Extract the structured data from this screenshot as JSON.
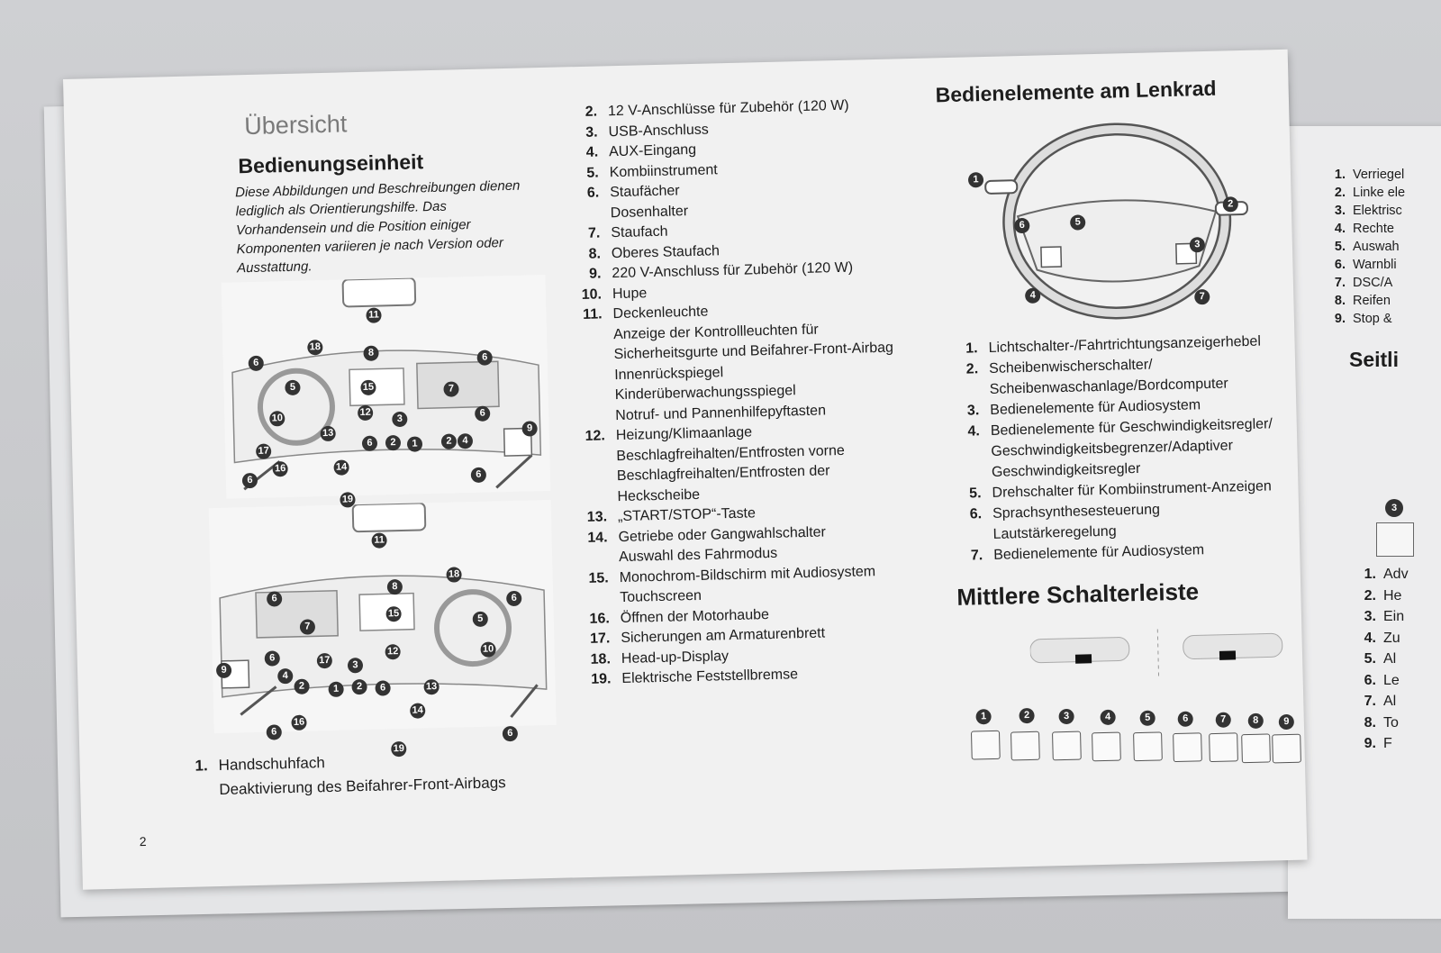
{
  "left_page": {
    "section_title": "Übersicht",
    "heading": "Bedienungseinheit",
    "intro": "Diese Abbildungen und Beschreibungen dienen lediglich als Orientierungshilfe. Das Vorhandensein und die Position einiger Komponenten variieren je nach Version oder Ausstattung.",
    "dash_badges_top": [
      "11",
      "18",
      "8",
      "6",
      "6",
      "5",
      "15",
      "7",
      "10",
      "12",
      "3",
      "6",
      "13",
      "6",
      "2",
      "1",
      "2",
      "4",
      "17",
      "9",
      "16",
      "14",
      "6",
      "6",
      "19"
    ],
    "dash_badges_bottom": [
      "11",
      "18",
      "8",
      "6",
      "6",
      "15",
      "5",
      "7",
      "12",
      "10",
      "6",
      "17",
      "3",
      "4",
      "2",
      "1",
      "2",
      "6",
      "13",
      "9",
      "14",
      "16",
      "6",
      "6",
      "19"
    ],
    "bottom_list": [
      {
        "num": "1.",
        "lines": [
          "Handschuhfach",
          "Deaktivierung des Beifahrer-Front-Airbags"
        ]
      }
    ],
    "page_number": "2"
  },
  "middle_list": [
    {
      "num": "2.",
      "lines": [
        "12 V-Anschlüsse für Zubehör (120 W)"
      ]
    },
    {
      "num": "3.",
      "lines": [
        "USB-Anschluss"
      ]
    },
    {
      "num": "4.",
      "lines": [
        "AUX-Eingang"
      ]
    },
    {
      "num": "5.",
      "lines": [
        "Kombiinstrument"
      ]
    },
    {
      "num": "6.",
      "lines": [
        "Staufächer",
        "Dosenhalter"
      ]
    },
    {
      "num": "7.",
      "lines": [
        "Staufach"
      ]
    },
    {
      "num": "8.",
      "lines": [
        "Oberes Staufach"
      ]
    },
    {
      "num": "9.",
      "lines": [
        "220 V-Anschluss für Zubehör (120 W)"
      ]
    },
    {
      "num": "10.",
      "lines": [
        "Hupe"
      ]
    },
    {
      "num": "11.",
      "lines": [
        "Deckenleuchte",
        "Anzeige der Kontrollleuchten für",
        "Sicherheitsgurte und Beifahrer-Front-Airbag",
        "Innenrückspiegel",
        "Kinderüberwachungsspiegel",
        "Notruf- und Pannenhilfeруftasten"
      ]
    },
    {
      "num": "12.",
      "lines": [
        "Heizung/Klimaanlage",
        "Beschlagfreihalten/Entfrosten vorne",
        "Beschlagfreihalten/Entfrosten der",
        "Heckscheibe"
      ]
    },
    {
      "num": "13.",
      "lines": [
        "„START/STOP“-Taste"
      ]
    },
    {
      "num": "14.",
      "lines": [
        "Getriebe oder Gangwahlschalter",
        "Auswahl des Fahrmodus"
      ]
    },
    {
      "num": "15.",
      "lines": [
        "Monochrom-Bildschirm mit Audiosystem",
        "Touchscreen"
      ]
    },
    {
      "num": "16.",
      "lines": [
        "Öffnen der Motorhaube"
      ]
    },
    {
      "num": "17.",
      "lines": [
        "Sicherungen am Armaturenbrett"
      ]
    },
    {
      "num": "18.",
      "lines": [
        "Head-up-Display"
      ]
    },
    {
      "num": "19.",
      "lines": [
        "Elektrische Feststellbremse"
      ]
    }
  ],
  "steering": {
    "heading": "Bedienelemente am Lenkrad",
    "badges": [
      "1",
      "2",
      "3",
      "4",
      "5",
      "6",
      "7"
    ],
    "list": [
      {
        "num": "1.",
        "lines": [
          "Lichtschalter-/Fahrtrichtungsanzeigerhebel"
        ]
      },
      {
        "num": "2.",
        "lines": [
          "Scheibenwischerschalter/",
          "Scheibenwaschanlage/Bordcomputer"
        ]
      },
      {
        "num": "3.",
        "lines": [
          "Bedienelemente für Audiosystem"
        ]
      },
      {
        "num": "4.",
        "lines": [
          "Bedienelemente für Geschwindigkeitsregler/",
          "Geschwindigkeitsbegrenzer/Adaptiver",
          "Geschwindigkeitsregler"
        ]
      },
      {
        "num": "5.",
        "lines": [
          "Drehschalter für Kombiinstrument-Anzeigen"
        ]
      },
      {
        "num": "6.",
        "lines": [
          "Sprachsynthesesteuerung",
          "Lautstärkeregelung"
        ]
      },
      {
        "num": "7.",
        "lines": [
          "Bedienelemente für Audiosystem"
        ]
      }
    ]
  },
  "center_switches": {
    "heading": "Mittlere Schalterleiste",
    "badges": [
      "1",
      "2",
      "3",
      "4",
      "5",
      "6",
      "7",
      "8",
      "9"
    ]
  },
  "right_page": {
    "list_top": [
      {
        "num": "1.",
        "text": "Verriegel"
      },
      {
        "num": "2.",
        "text": "Linke ele"
      },
      {
        "num": "3.",
        "text": "Elektrisc"
      },
      {
        "num": "4.",
        "text": "Rechte"
      },
      {
        "num": "5.",
        "text": "Auswah"
      },
      {
        "num": "6.",
        "text": "Warnbli"
      },
      {
        "num": "7.",
        "text": "DSC/A"
      },
      {
        "num": "8.",
        "text": "Reifen"
      },
      {
        "num": "9.",
        "text": "Stop &"
      }
    ],
    "heading": "Seitli",
    "badge": "3",
    "list_bottom": [
      {
        "num": "1.",
        "text": "Adv"
      },
      {
        "num": "2.",
        "text": "He"
      },
      {
        "num": "3.",
        "text": "Ein"
      },
      {
        "num": "4.",
        "text": "Zu"
      },
      {
        "num": "5.",
        "text": "Al"
      },
      {
        "num": "6.",
        "text": "Le"
      },
      {
        "num": "7.",
        "text": "Al"
      },
      {
        "num": "8.",
        "text": "To"
      },
      {
        "num": "9.",
        "text": "F"
      }
    ]
  }
}
